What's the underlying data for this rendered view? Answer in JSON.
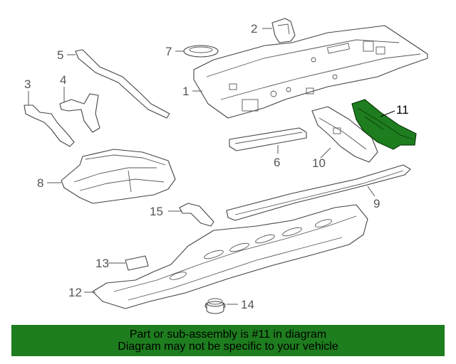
{
  "callouts": {
    "c1": "1",
    "c2": "2",
    "c3": "3",
    "c4": "4",
    "c5": "5",
    "c6": "6",
    "c7": "7",
    "c8": "8",
    "c9": "9",
    "c10": "10",
    "c11": "11",
    "c12": "12",
    "c13": "13",
    "c14": "14",
    "c15": "15"
  },
  "highlight": {
    "part": "11",
    "color": "#1e7d1e"
  },
  "banner": {
    "line1": "Part or sub-assembly is #11 in diagram",
    "line2": "Diagram may not be specific to your vehicle",
    "background": "#1e7d1e"
  }
}
